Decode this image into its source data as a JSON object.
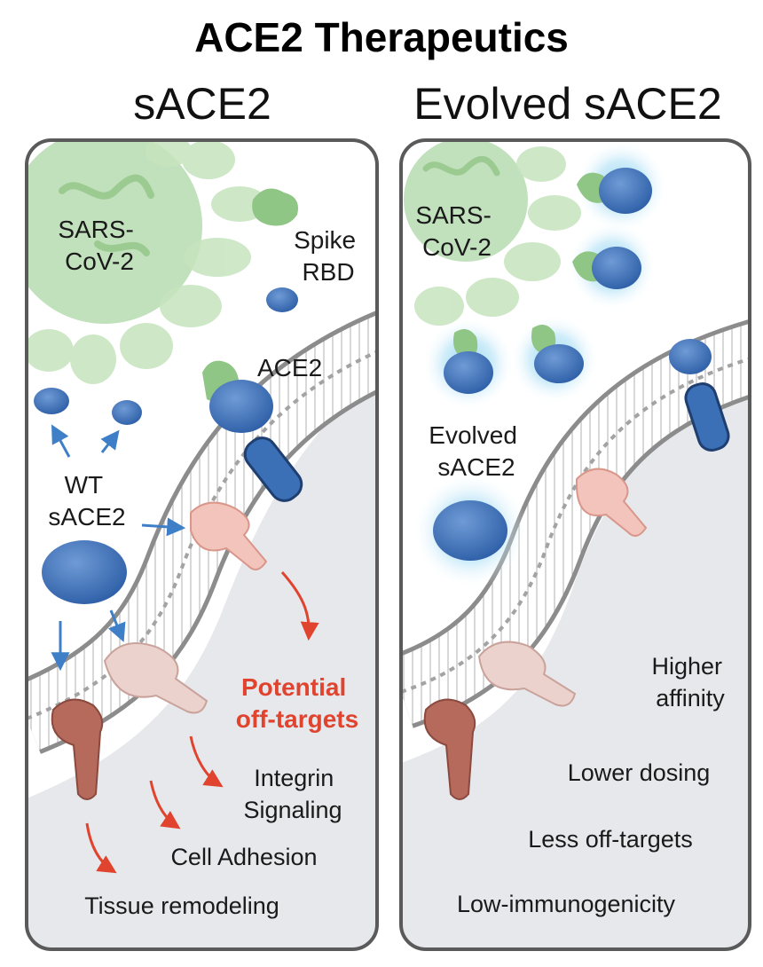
{
  "title": "ACE2 Therapeutics",
  "colors": {
    "panel_border": "#5a5a5a",
    "panel_fill": "#e7e8ec",
    "virus": "#b6dbb0",
    "spike": "#a9d4a0",
    "ace2_blue": "#3b6fb6",
    "glow": "#8fd3f2",
    "arrow_blue": "#3f7fc8",
    "arrow_red": "#e0442f",
    "off_target_pink": "#f2c4bb",
    "off_target_dark": "#b56a5c",
    "membrane": "#8a8a8a"
  },
  "left_panel": {
    "heading": "sACE2",
    "virus_label_line1": "SARS-",
    "virus_label_line2": "CoV-2",
    "spike_label_line1": "Spike",
    "spike_label_line2": "RBD",
    "ace2_label": "ACE2",
    "wt_label_line1": "WT",
    "wt_label_line2": "sACE2",
    "off_target_line1": "Potential",
    "off_target_line2": "off-targets",
    "integrin_line1": "Integrin",
    "integrin_line2": "Signaling",
    "cell_adhesion": "Cell Adhesion",
    "tissue_remodeling": "Tissue remodeling"
  },
  "right_panel": {
    "heading": "Evolved sACE2",
    "virus_label_line1": "SARS-",
    "virus_label_line2": "CoV-2",
    "evolved_label_line1": "Evolved",
    "evolved_label_line2": "sACE2",
    "higher_line1": "Higher",
    "higher_line2": "affinity",
    "lower_dosing": "Lower dosing",
    "less_off_targets": "Less off-targets",
    "low_immunogenicity": "Low-immunogenicity"
  }
}
